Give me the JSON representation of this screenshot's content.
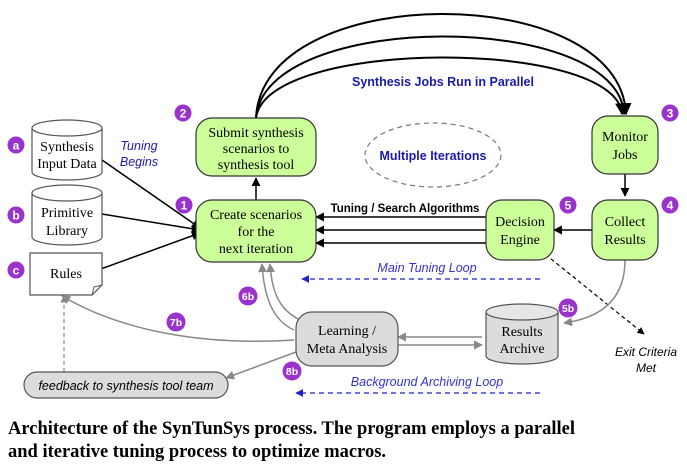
{
  "boxes": {
    "submit": [
      "Submit synthesis",
      "scenarios to",
      "synthesis tool"
    ],
    "create": [
      "Create scenarios",
      "for the",
      "next iteration"
    ],
    "monitor": [
      "Monitor",
      "Jobs"
    ],
    "collect": [
      "Collect",
      "Results"
    ],
    "decision": [
      "Decision",
      "Engine"
    ],
    "learning": [
      "Learning /",
      "Meta Analysis"
    ]
  },
  "databases": {
    "synthesis_input": [
      "Synthesis",
      "Input Data"
    ],
    "primitive_library": [
      "Primitive",
      "Library"
    ],
    "results_archive": [
      "Results",
      "Archive"
    ]
  },
  "document": {
    "rules": "Rules"
  },
  "feedback_note": "feedback to synthesis tool team",
  "labels": {
    "parallel_jobs": "Synthesis Jobs Run in Parallel",
    "multiple_iterations": "Multiple Iterations",
    "tuning_begins": [
      "Tuning",
      "Begins"
    ],
    "tuning_search": "Tuning / Search Algorithms",
    "main_loop": "Main Tuning Loop",
    "archiving_loop": "Background Archiving Loop",
    "exit_criteria": [
      "Exit Criteria",
      "Met"
    ]
  },
  "badges": {
    "create": "1",
    "submit": "2",
    "monitor": "3",
    "collect": "4",
    "decision": "5",
    "archive": "5b",
    "learning_to_create": "6b",
    "learning_to_rules": "7b",
    "learning_to_feedback": "8b",
    "synthesis_input": "a",
    "primitive_library": "b",
    "rules": "c"
  },
  "caption": [
    "Architecture of the SynTunSys process. The program employs a parallel",
    "and iterative tuning process to optimize macros."
  ],
  "colors": {
    "process_fill": "#ccff99",
    "storage_fill": "#dcdcdc",
    "badge": "#9933cc",
    "label_blue": "#1a1aa8",
    "main_loop_blue": "#3333cc"
  }
}
